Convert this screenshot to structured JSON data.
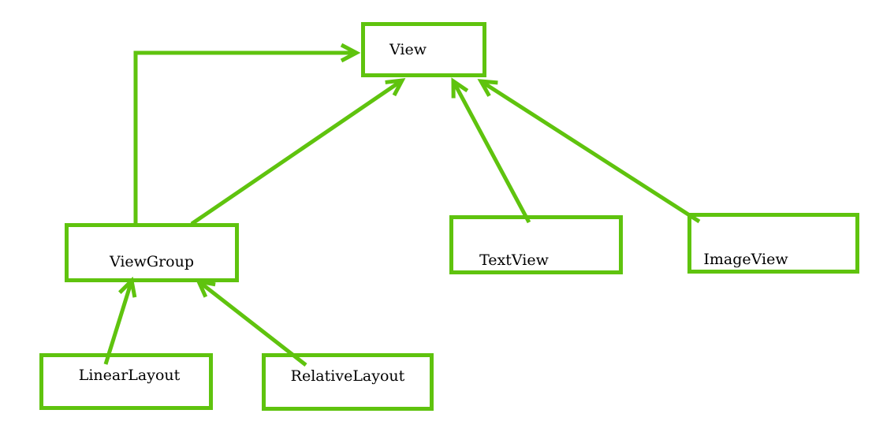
{
  "diagram": {
    "type": "class-hierarchy",
    "nodes": {
      "view": {
        "label": "View"
      },
      "viewgroup": {
        "label": "ViewGroup"
      },
      "textview": {
        "label": "TextView"
      },
      "imageview": {
        "label": "ImageView"
      },
      "linearlayout": {
        "label": "LinearLayout"
      },
      "relativelayout": {
        "label": "RelativeLayout"
      }
    },
    "edges": [
      {
        "from": "ViewGroup",
        "to": "View",
        "style": "orthogonal-elbow",
        "arrowhead": "open-v"
      },
      {
        "from": "ViewGroup",
        "to": "View",
        "style": "straight",
        "arrowhead": "open-v"
      },
      {
        "from": "TextView",
        "to": "View",
        "style": "straight",
        "arrowhead": "open-v"
      },
      {
        "from": "ImageView",
        "to": "View",
        "style": "straight",
        "arrowhead": "open-v"
      },
      {
        "from": "LinearLayout",
        "to": "ViewGroup",
        "style": "straight",
        "arrowhead": "open-v"
      },
      {
        "from": "RelativeLayout",
        "to": "ViewGroup",
        "style": "straight",
        "arrowhead": "open-v"
      }
    ],
    "colors": {
      "stroke": "#5fc30e",
      "text": "#000000",
      "background": "#ffffff"
    }
  }
}
